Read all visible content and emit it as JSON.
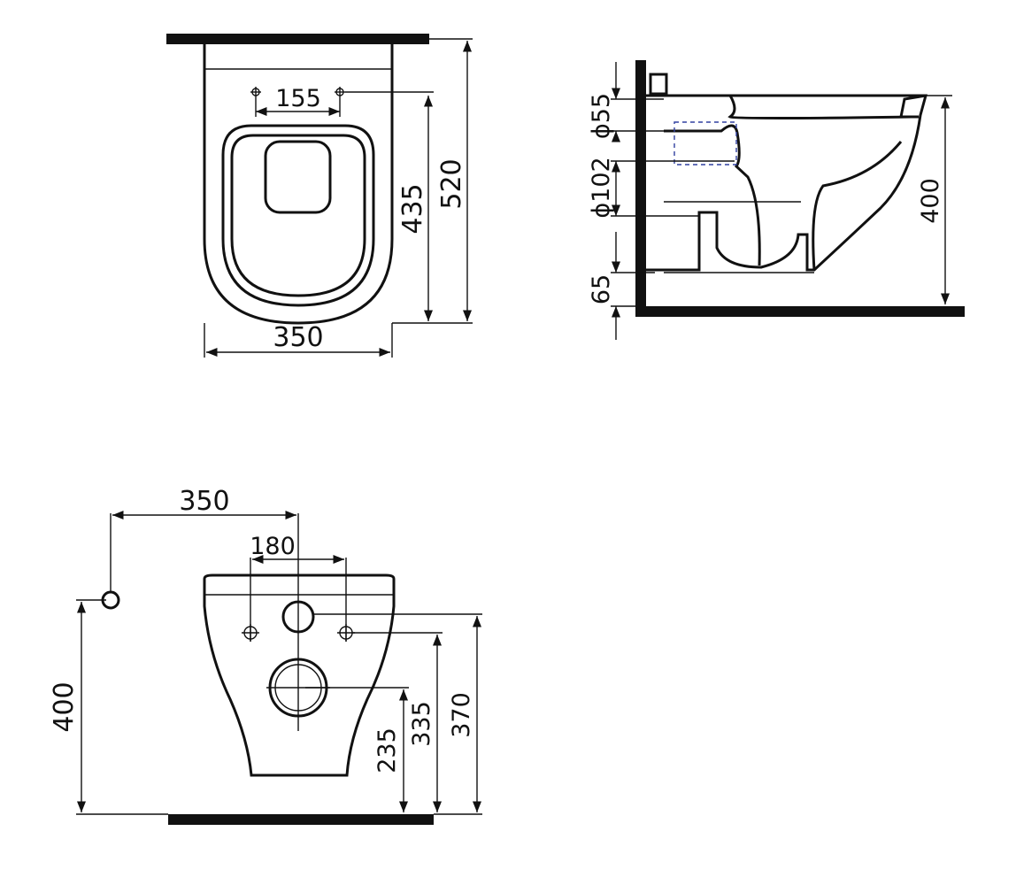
{
  "top_view": {
    "width_label": "350",
    "hole_spacing_label": "155",
    "seat_depth_label": "435",
    "total_depth_label": "520"
  },
  "side_view": {
    "inlet_label": "ϕ55",
    "outlet_label": "ϕ102",
    "outlet_offset_label": "65",
    "height_label": "400"
  },
  "front_view": {
    "width_label": "350",
    "bolt_spacing_label": "180",
    "height_label": "400",
    "outlet_height_label": "235",
    "bolt_height_label": "335",
    "inlet_height_label": "370"
  },
  "colors": {
    "line": "#111111",
    "hidden_line": "#3040a0",
    "background": "#ffffff"
  }
}
